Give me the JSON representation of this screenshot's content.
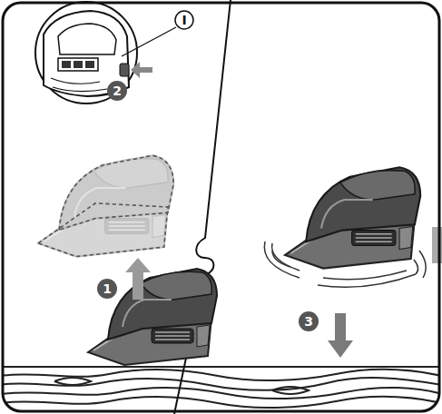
{
  "diagram": {
    "labels": [
      "I",
      "2",
      "1",
      "3"
    ]
  }
}
